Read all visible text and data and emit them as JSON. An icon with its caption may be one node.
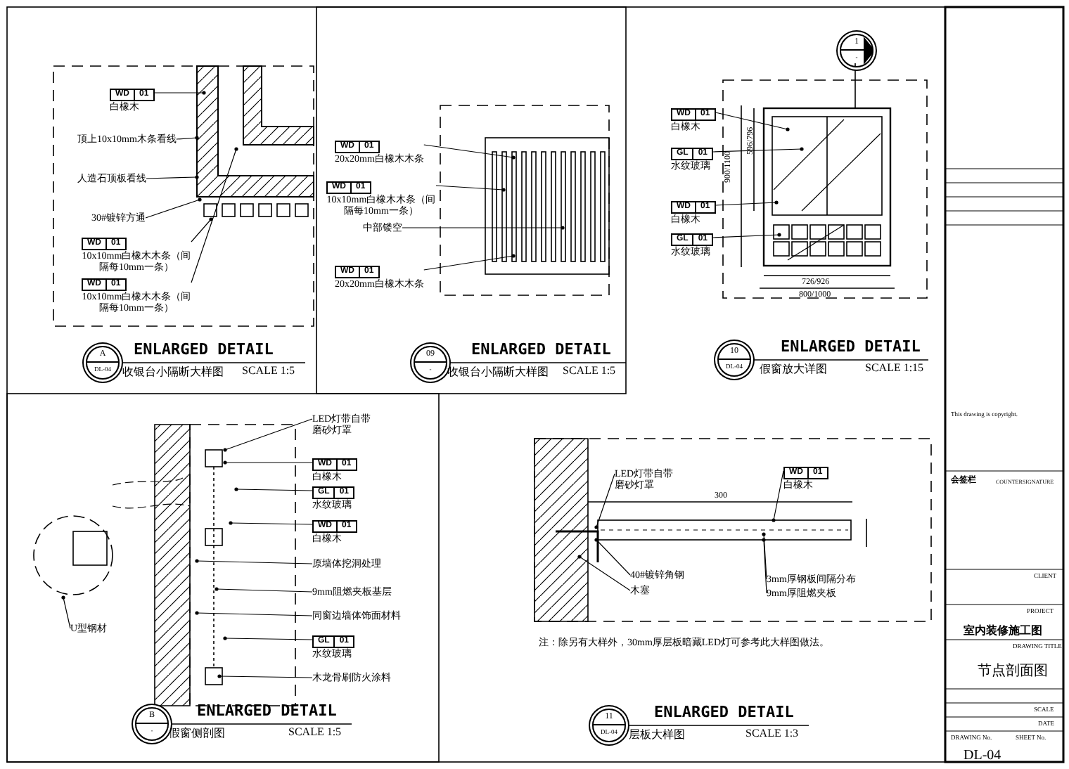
{
  "diagram": {
    "nodes": [
      {
        "text": [
          "WD",
          "01",
          "白橡木"
        ]
      },
      {
        "text": [
          "顶上10x10mm木条看线"
        ]
      },
      {
        "text": [
          "人造石顶板看线"
        ]
      },
      {
        "text": [
          "30#镀锌方通"
        ]
      },
      {
        "text": [
          "WD",
          "01",
          "10x10mm白橡木木条（间隔每10mm一条）"
        ]
      },
      {
        "text": [
          "WD",
          "01",
          "10x10mm白橡木木条（间隔每10mm一条）"
        ]
      },
      {
        "text": [
          "A",
          "DL-04"
        ],
        "beside": [
          "ENLARGED DETAIL",
          "收银台小隔断大样图",
          "SCALE 1:5"
        ]
      },
      {
        "text": [
          "WD",
          "01",
          "20x20mm白橡木木条"
        ]
      },
      {
        "text": [
          "WD",
          "01",
          "10x10mm白橡木木条（间隔每10mm一条）"
        ]
      },
      {
        "text": [
          "中部镂空"
        ]
      },
      {
        "text": [
          "WD",
          "01",
          "20x20mm白橡木木条"
        ]
      },
      {
        "text": [
          "09",
          "-"
        ],
        "beside": [
          "ENLARGED DETAIL",
          "收银台小隔断大样图",
          "SCALE 1:5"
        ]
      },
      {
        "text": [
          "WD",
          "01",
          "白橡木"
        ]
      },
      {
        "text": [
          "GL",
          "01",
          "水纹玻璃"
        ]
      },
      {
        "text": [
          "WD",
          "01",
          "白橡木"
        ]
      },
      {
        "text": [
          "GL",
          "01",
          "水纹玻璃"
        ]
      },
      {
        "text": [
          "10",
          "DL-04"
        ],
        "beside": [
          "ENLARGED DETAIL",
          "假窗放大详图",
          "SCALE 1:15"
        ]
      },
      {
        "text": [
          "1",
          "-"
        ]
      },
      {
        "text": [
          "LED灯带自带磨砂灯罩"
        ]
      },
      {
        "text": [
          "WD",
          "01",
          "白橡木"
        ]
      },
      {
        "text": [
          "GL",
          "01",
          "水纹玻璃"
        ]
      },
      {
        "text": [
          "WD",
          "01",
          "白橡木"
        ]
      },
      {
        "text": [
          "原墙体挖洞处理"
        ]
      },
      {
        "text": [
          "9mm阻燃夹板基层"
        ]
      },
      {
        "text": [
          "同窗边墙体饰面材料"
        ]
      },
      {
        "text": [
          "GL",
          "01",
          "水纹玻璃"
        ]
      },
      {
        "text": [
          "木龙骨刷防火涂料"
        ]
      },
      {
        "text": [
          "U型钢材"
        ]
      },
      {
        "text": [
          "B",
          "-"
        ],
        "beside": [
          "ENLARGED DETAIL",
          "假窗侧剖图",
          "SCALE 1:5"
        ]
      },
      {
        "text": [
          "LED灯带自带磨砂灯罩"
        ]
      },
      {
        "text": [
          "WD",
          "01",
          "白橡木"
        ]
      },
      {
        "text": [
          "40#镀锌角钢"
        ]
      },
      {
        "text": [
          "木塞"
        ]
      },
      {
        "text": [
          "3mm厚钢板间隔分布"
        ]
      },
      {
        "text": [
          "9mm厚阻燃夹板"
        ]
      },
      {
        "text": [
          "11",
          "DL-04"
        ],
        "beside": [
          "ENLARGED DETAIL",
          "层板大样图",
          "SCALE 1:3"
        ]
      }
    ],
    "edges": [
      {
        "from": 0,
        "to": null,
        "arrow": "other"
      },
      {
        "from": 1,
        "to": null,
        "arrow": "other"
      },
      {
        "from": 2,
        "to": null,
        "arrow": "other"
      },
      {
        "from": 3,
        "to": null,
        "arrow": "other"
      },
      {
        "from": 4,
        "to": null,
        "arrow": "other"
      },
      {
        "from": 5,
        "to": null,
        "arrow": "other"
      },
      {
        "from": 7,
        "to": null,
        "arrow": "other"
      },
      {
        "from": 8,
        "to": null,
        "arrow": "other"
      },
      {
        "from": 9,
        "to": null,
        "arrow": "other"
      },
      {
        "from": 10,
        "to": null,
        "arrow": "other"
      },
      {
        "from": 12,
        "to": null,
        "arrow": "other"
      },
      {
        "from": 13,
        "to": null,
        "arrow": "other"
      },
      {
        "from": 14,
        "to": null,
        "arrow": "other"
      },
      {
        "from": 15,
        "to": null,
        "arrow": "other"
      },
      {
        "from": 18,
        "to": null,
        "arrow": "other"
      },
      {
        "from": 19,
        "to": null,
        "arrow": "other"
      },
      {
        "from": 20,
        "to": null,
        "arrow": "other"
      },
      {
        "from": 21,
        "to": null,
        "arrow": "other"
      },
      {
        "from": 22,
        "to": null,
        "arrow": "other"
      },
      {
        "from": 23,
        "to": null,
        "arrow": "other"
      },
      {
        "from": 24,
        "to": null,
        "arrow": "other"
      },
      {
        "from": 25,
        "to": null,
        "arrow": "other"
      },
      {
        "from": 26,
        "to": null,
        "arrow": "other"
      },
      {
        "from": 27,
        "to": null,
        "arrow": "other"
      },
      {
        "from": 29,
        "to": null,
        "arrow": "other"
      },
      {
        "from": 30,
        "to": null,
        "arrow": "other"
      },
      {
        "from": 31,
        "to": null,
        "arrow": "other"
      },
      {
        "from": 32,
        "to": null,
        "arrow": "other"
      },
      {
        "from": 33,
        "to": null,
        "arrow": "other"
      },
      {
        "from": 34,
        "to": null,
        "arrow": "other"
      }
    ],
    "labels": [
      "900/1100",
      "596/796",
      "726/926",
      "800/1000",
      "300",
      "注：除另有大样外，30mm厚层板暗藏LED灯可参考此大样图做法。",
      "This drawing is copyright.",
      "会签栏",
      "COUNTERSIGNATURE",
      "CLIENT",
      "PROJECT",
      "室内装修施工图",
      "DRAWING TITLE",
      "节点剖面图",
      "SCALE",
      "DATE",
      "DRAWING No.",
      "SHEET No.",
      "DL-04"
    ]
  }
}
